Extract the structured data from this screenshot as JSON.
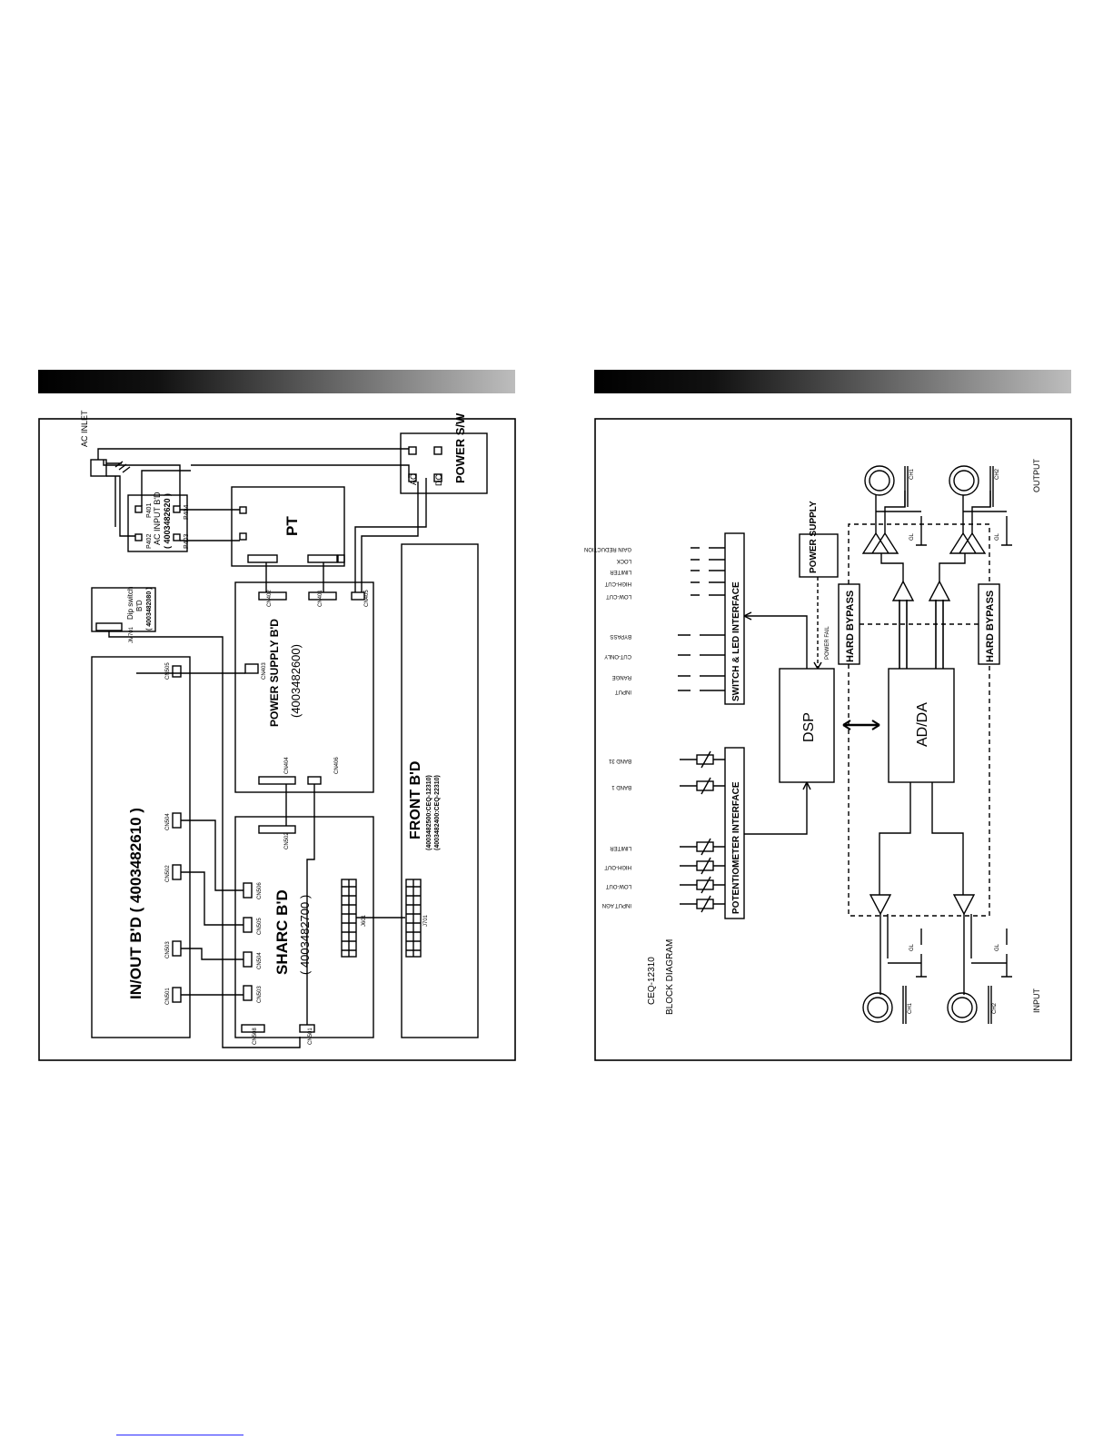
{
  "wiring": {
    "ac_inlet": "AC INLET",
    "power_sw": "POWER S/W",
    "ac_label": "AC",
    "dc_label": "DC",
    "ac_input_bd": "AC INPUT B'D",
    "ac_input_pn": "( 4003482620 )",
    "p401": "P401",
    "p402": "P402",
    "p403": "P403",
    "p404": "P404",
    "pt": "PT",
    "dip_switch": "Dip switch",
    "dip_bd": "B'D",
    "dip_pn": "( 4003482080 )",
    "jm701": "JM701",
    "power_supply_bd": "POWER SUPPLY B'D",
    "power_supply_pn": "(4003482600)",
    "cn402": "CN402",
    "cn401": "CN401",
    "cn405": "CN405",
    "cn403": "CN403",
    "cn404": "CN404",
    "cn406": "CN406",
    "inout_bd": "IN/OUT   B'D  ( 4003482610 )",
    "cn505": "CN505",
    "cn504": "CN504",
    "cn502": "CN502",
    "cn503": "CN503",
    "cn501": "CN501",
    "sharc_bd": "SHARC B'D",
    "sharc_pn": "( 4003482700 )",
    "cn502s": "CN502",
    "cn506": "CN506",
    "cn505s": "CN505",
    "cn504s": "CN504",
    "cn503s": "CN503",
    "cn508": "CN508",
    "cn501s": "CN501",
    "j601": "J601",
    "front_bd": "FRONT B'D",
    "front_pn1": "(4003482500:CEQ-12310)",
    "front_pn2": "(4003482400:CEQ-22310)",
    "j701": "J701"
  },
  "block": {
    "title1": "CEQ-12310",
    "title2": "BLOCK DIAGRAM",
    "dsp": "DSP",
    "adda": "AD/DA",
    "power_supply": "POWER SUPPLY",
    "power_fail": "POWER FAIL",
    "hard_bypass_top": "HARD BYPASS",
    "hard_bypass_bottom": "HARD BYPASS",
    "switch_led": "SWITCH & LED INTERFACE",
    "potentiometer": "POTENTIOMETER INTERFACE",
    "gain_reduction": "GAIN REDUCTION",
    "lock": "LOCK",
    "limiter_led": "LIMITER",
    "high_cut_led": "HIGH-CUT",
    "low_cut_led": "LOW-CUT",
    "bypass": "BYPASS",
    "cut_only": "CUT-ONLY",
    "range": "RANGE",
    "input_sw": "INPUT",
    "band31": "BAND 31",
    "band1": "BAND 1",
    "limiter_pot": "LIMITER",
    "high_out": "HIGH-OUT",
    "low_out": "LOW-OUT",
    "input_agn": "INPUT AGN",
    "ch1_out": "CH1",
    "ch2_out": "CH2",
    "ch1_in": "CH1",
    "ch2_in": "CH2",
    "gl1": "GL",
    "gl2": "GL",
    "gl3": "GL",
    "gl4": "GL",
    "output": "OUTPUT",
    "input": "INPUT"
  }
}
